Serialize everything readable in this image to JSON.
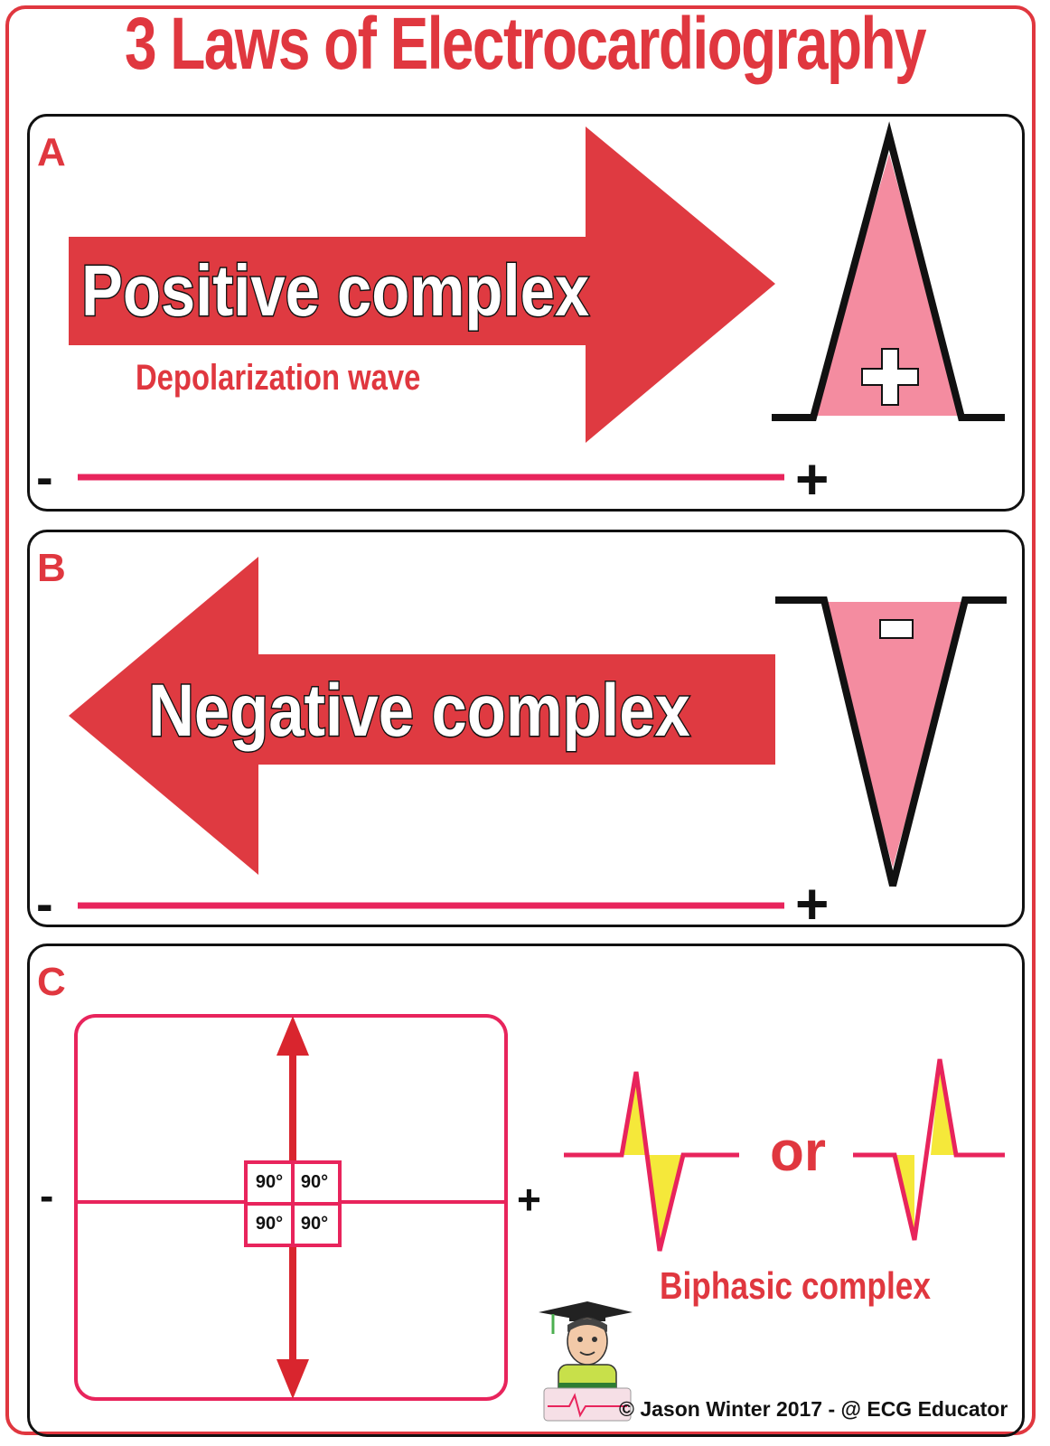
{
  "title": "3 Laws of Electrocardiography",
  "panels": {
    "a": {
      "letter": "A",
      "arrow_label": "Positive complex",
      "sub_label": "Depolarization wave",
      "axis_negative": "-",
      "axis_positive": "+",
      "wave_sign": "+"
    },
    "b": {
      "letter": "B",
      "arrow_label": "Negative complex",
      "axis_negative": "-",
      "axis_positive": "+",
      "wave_sign": "-"
    },
    "c": {
      "letter": "C",
      "axis_negative": "-",
      "axis_positive": "+",
      "angles": [
        "90°",
        "90°",
        "90°",
        "90°"
      ],
      "or_label": "or",
      "biphasic_label": "Biphasic complex"
    }
  },
  "footer": "© Jason Winter 2017 -  @ ECG Educator",
  "colors": {
    "red": "#e0373f",
    "pink_line": "#e8245c",
    "pink_fill": "#f48ca0",
    "yellow_fill": "#f5e83a",
    "black": "#111111"
  },
  "icons": [
    "graduate-mascot-icon"
  ]
}
